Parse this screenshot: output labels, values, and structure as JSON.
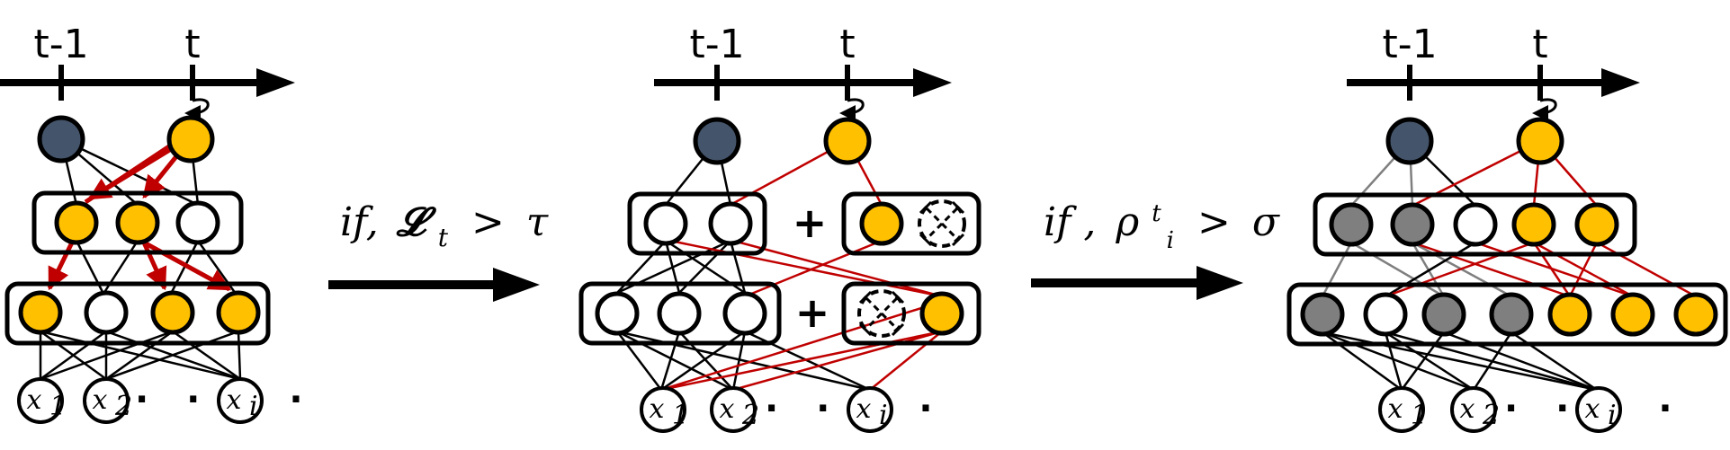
{
  "colors": {
    "active": "#FFC000",
    "previous": "#44546A",
    "frozen": "#7F7F7F",
    "empty": "#FFFFFF",
    "red_link": "#C00000",
    "black_link": "#000000",
    "gray_link": "#7F7F7F"
  },
  "timeline": {
    "prev_label": "t-1",
    "curr_label": "t"
  },
  "inputs": {
    "x1": "x",
    "x1_sub": "1",
    "x2": "x",
    "x2_sub": "2",
    "xi": "x",
    "xi_sub": "i",
    "ellipsis": "· · · ·"
  },
  "transitions": {
    "first": {
      "text": "if,",
      "loss": "𝓛",
      "loss_sub": "t",
      "op": ">",
      "threshold": "τ"
    },
    "second": {
      "text": "if ,",
      "rho": "ρ",
      "rho_sup": "t",
      "rho_sub": "i",
      "op": ">",
      "threshold": "σ"
    }
  },
  "expansion": {
    "plus": "+",
    "dropout_icon": "crossed-dashed-circle-icon"
  },
  "panels": [
    {
      "name": "panel-selective-retraining",
      "hidden2": [
        "active",
        "active",
        "empty"
      ],
      "hidden1": [
        "active",
        "empty",
        "active",
        "active"
      ]
    },
    {
      "name": "panel-dynamic-expansion",
      "hidden2_old": [
        "empty",
        "empty"
      ],
      "hidden2_new": [
        "active",
        "dropped"
      ],
      "hidden1_old": [
        "empty",
        "empty",
        "empty"
      ],
      "hidden1_new": [
        "dropped",
        "active"
      ]
    },
    {
      "name": "panel-split-duplication",
      "hidden2": [
        "frozen",
        "frozen",
        "empty",
        "active",
        "active"
      ],
      "hidden1": [
        "frozen",
        "empty",
        "frozen",
        "frozen",
        "active",
        "active",
        "active"
      ]
    }
  ]
}
